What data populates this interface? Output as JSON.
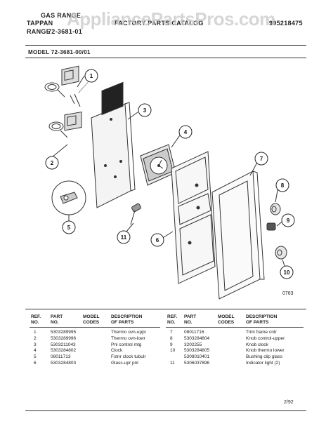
{
  "header": {
    "brand_left": "TAPPAN",
    "range_line1": "GAS RANGE",
    "range_line2": "72-3681-01",
    "range_word": "RANGE",
    "catalog_title": "FACTORY PARTS CATALOG",
    "catalog_number": "995218475"
  },
  "watermark": "AppliancePartsPros.com",
  "model": "MODEL 72-3681-00/01",
  "diagram": {
    "callouts": [
      "1",
      "2",
      "3",
      "4",
      "5",
      "6",
      "7",
      "8",
      "9",
      "10",
      "11"
    ],
    "figure_number": "0763"
  },
  "table": {
    "headers": {
      "ref": "REF.",
      "no": "NO.",
      "part": "PART",
      "part_no": "NO.",
      "model": "MODEL",
      "codes": "CODES",
      "description": "DESCRIPTION",
      "of_parts": "OF PARTS"
    },
    "left_rows": [
      {
        "ref": "1",
        "part": "5303289995",
        "desc": "Thermo ovn-uppr"
      },
      {
        "ref": "2",
        "part": "5303289996",
        "desc": "Thermo ovn-lowr"
      },
      {
        "ref": "3",
        "part": "5303211043",
        "desc": "Pnl control mtg"
      },
      {
        "ref": "4",
        "part": "5303284802",
        "desc": "Clock"
      },
      {
        "ref": "5",
        "part": "08011713",
        "desc": "Fstnr clock tubulr"
      },
      {
        "ref": "6",
        "part": "5303284803",
        "desc": "Glass-upr pnl"
      }
    ],
    "right_rows": [
      {
        "ref": "7",
        "part": "08011716",
        "desc": "Trim frame cntr"
      },
      {
        "ref": "8",
        "part": "5303284804",
        "desc": "Knob control-upper"
      },
      {
        "ref": "9",
        "part": "3202255",
        "desc": "Knob clock"
      },
      {
        "ref": "10",
        "part": "5303284805",
        "desc": "Knob thermo lower"
      },
      {
        "ref": "",
        "part": "5308010401",
        "desc": "Bushing clip glass"
      },
      {
        "ref": "11",
        "part": "5306037896",
        "desc": "Indicator light (2)"
      }
    ]
  },
  "footer": {
    "date": "2/92"
  }
}
